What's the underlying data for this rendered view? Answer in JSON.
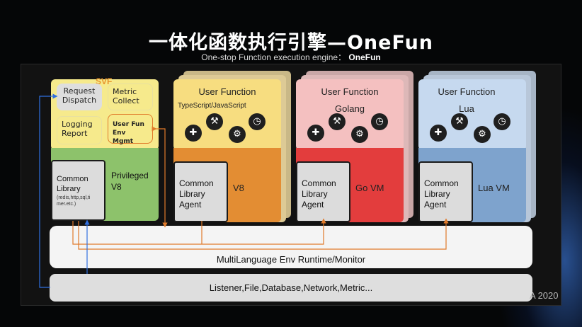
{
  "title": "一体化函数执行引擎—OneFun",
  "subtitle_prefix": "One-stop Function execution engine：",
  "subtitle_bold": "OneFun",
  "watermark": "A 2020",
  "svf": {
    "label": "SVF",
    "request_dispatch": "Request\nDispatch",
    "metric_collect": "Metric\nCollect",
    "logging_report": "Logging\nReport",
    "user_fun_env": "User Fun\nEnv Mgmt",
    "common_library": "Common\nLibrary",
    "common_library_note": "(redis,http,sql,ti\nmer.etc.)",
    "privileged": "Privileged\nV8"
  },
  "runtimes": [
    {
      "user_function": "User Function",
      "lang": "TypeScript/JavaScript",
      "agent": "Common\nLibrary\nAgent",
      "vm": "V8",
      "top": "#f7dd80",
      "bottom": "#e38d33",
      "back": "#c9b887"
    },
    {
      "user_function": "User Function",
      "lang": "Golang",
      "agent": "Common\nLibrary\nAgent",
      "vm": "Go VM",
      "top": "#f4c0c0",
      "bottom": "#e33d3d",
      "back": "#c9a7a7"
    },
    {
      "user_function": "User Function",
      "lang": "Lua",
      "agent": "Common\nLibrary\nAgent",
      "vm": "Lua VM",
      "top": "#c6d9ef",
      "bottom": "#7ea3cd",
      "back": "#a7b5c5"
    }
  ],
  "icons": [
    "puzzle-icon",
    "tools-icon",
    "gear-icon",
    "clock-icon"
  ],
  "runtime_bar": "MultiLanguage Env Runtime/Monitor",
  "listener_bar": "Listener,File,Database,Network,Metric...",
  "colors": {
    "arrow_orange": "#e07a2a",
    "arrow_blue": "#2f6fe0",
    "svf_label": "#e8962e"
  }
}
